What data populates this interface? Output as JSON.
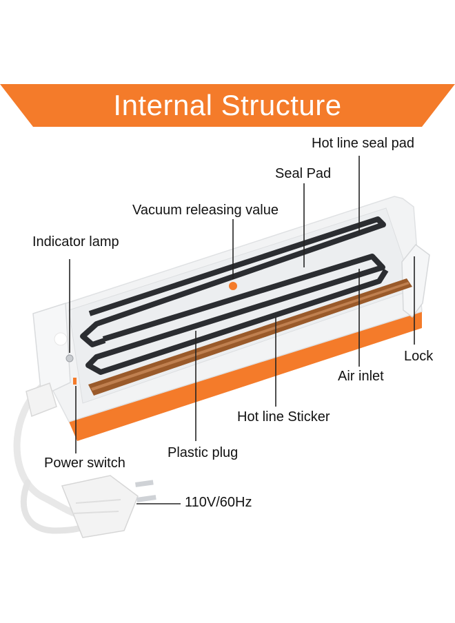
{
  "title": "Internal Structure",
  "colors": {
    "accent": "#f47b2a",
    "body": "#f2f3f4",
    "gasket": "#2b2d31",
    "sticker": "#9a5a2a",
    "leader": "#222222"
  },
  "labels": {
    "hot_line_seal_pad": "Hot line seal pad",
    "seal_pad": "Seal Pad",
    "vacuum_releasing_value": "Vacuum releasing value",
    "indicator_lamp": "Indicator lamp",
    "lock": "Lock",
    "air_inlet": "Air inlet",
    "hot_line_sticker": "Hot line Sticker",
    "plastic_plug": "Plastic plug",
    "power_switch": "Power switch",
    "voltage": "110V/60Hz"
  }
}
